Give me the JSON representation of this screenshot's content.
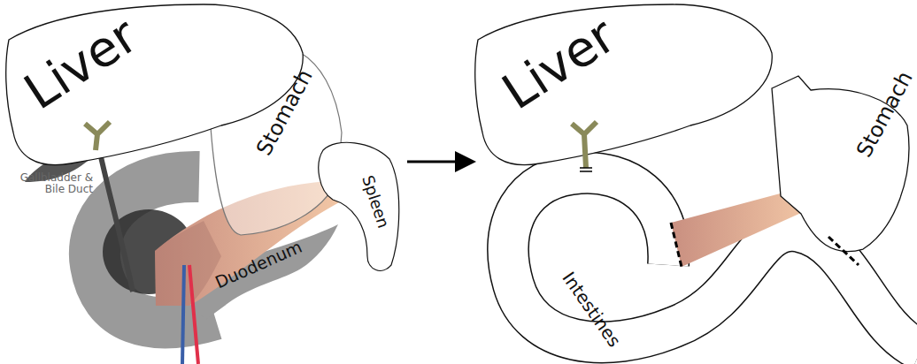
{
  "diagram": {
    "labels": [
      "Liver",
      "Gallbladder & Bile Duct",
      "Stomach",
      "Spleen",
      "Duodenum",
      "Liver",
      "Stomach",
      "Intestines"
    ]
  }
}
